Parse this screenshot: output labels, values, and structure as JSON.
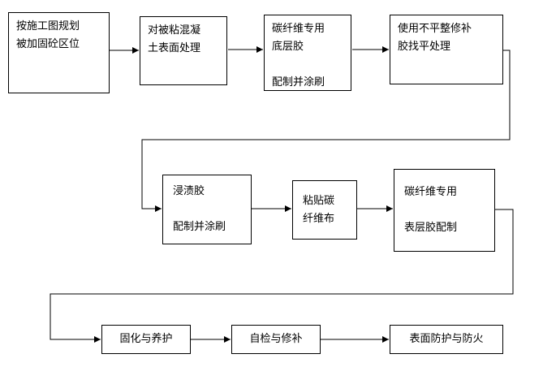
{
  "flowchart": {
    "steps": [
      {
        "id": "plan",
        "label": "按施工图规划\n被加固砼区位"
      },
      {
        "id": "surface-treatment",
        "label": "对被粘混凝\n土表面处理"
      },
      {
        "id": "primer-adhesive",
        "label": "碳纤维专用\n底层胶\n\n配制并涂刷"
      },
      {
        "id": "leveling-repair",
        "label": "使用不平整修补\n胶找平处理"
      },
      {
        "id": "impregnating",
        "label": "浸渍胶\n\n配制并涂刷"
      },
      {
        "id": "paste-fiber",
        "label": "粘贴碳\n纤维布"
      },
      {
        "id": "topcoat-adhesive",
        "label": "碳纤维专用\n\n表层胶配制"
      },
      {
        "id": "curing",
        "label": "固化与养护"
      },
      {
        "id": "inspection",
        "label": "自检与修补"
      },
      {
        "id": "protection",
        "label": "表面防护与防火"
      }
    ],
    "flow_order": [
      "plan",
      "surface-treatment",
      "primer-adhesive",
      "leveling-repair",
      "impregnating",
      "paste-fiber",
      "topcoat-adhesive",
      "curing",
      "inspection",
      "protection"
    ],
    "colors": {
      "background": "#ffffff",
      "box_border": "#000000",
      "line": "#000000",
      "text": "#000000"
    }
  }
}
